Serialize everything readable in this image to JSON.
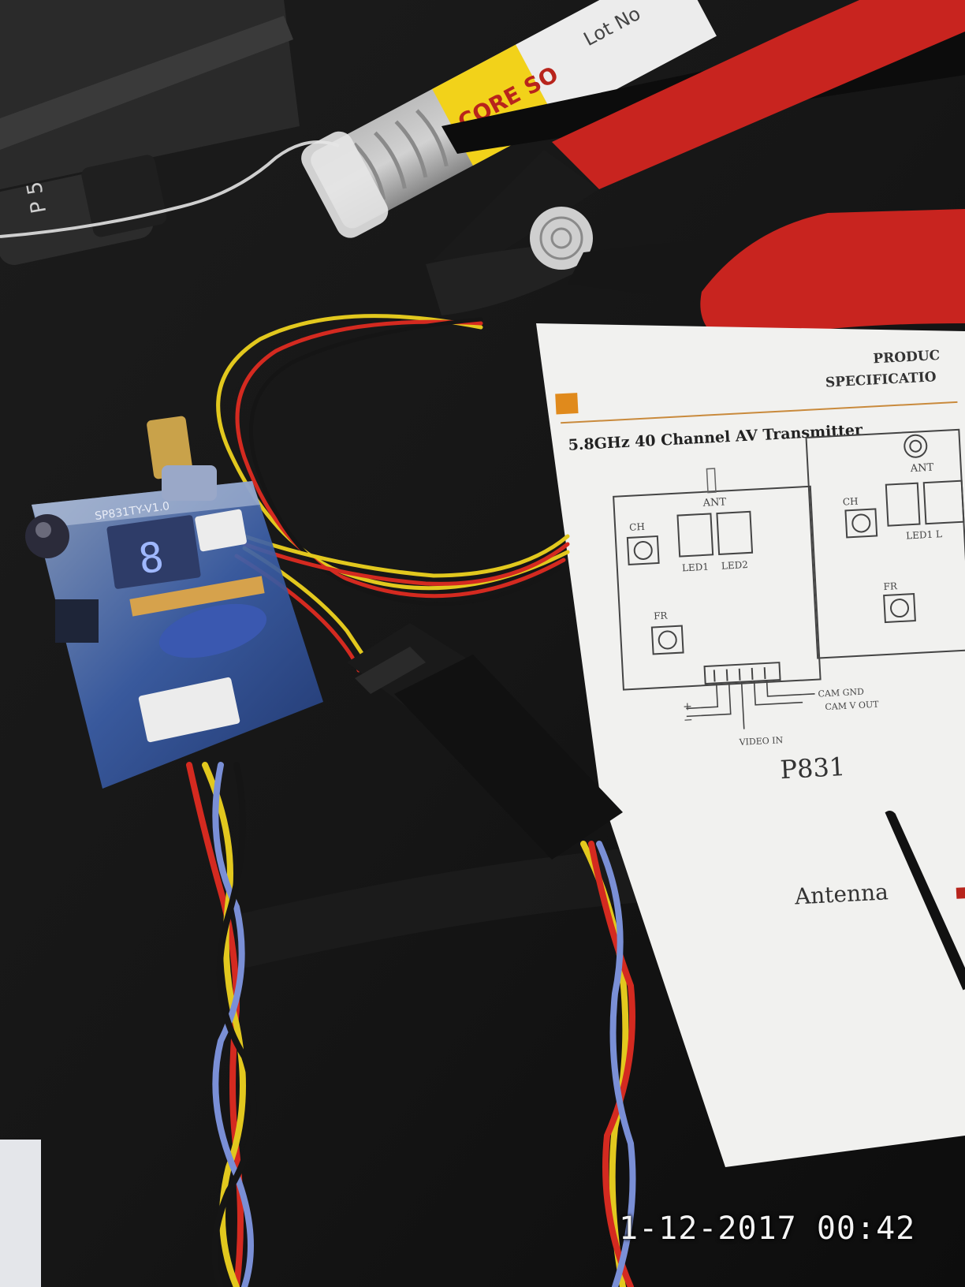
{
  "photo": {
    "timestamp": "1-12-2017 00:42"
  },
  "sheet": {
    "header_line1": "PRODUC",
    "header_line2": "SPECIFICATIO",
    "heading": "5.8GHz 40 Channel AV Transmitter",
    "ant": "ANT",
    "ch": "CH",
    "led1": "LED1",
    "led2": "LED2",
    "fr": "FR",
    "cam_gnd": "CAM GND",
    "cam_v_out": "CAM V OUT",
    "video_in": "VIDEO IN",
    "model": "P831",
    "antenna": "Antenna",
    "right_ant": "ANT",
    "right_ch": "CH",
    "right_led": "LED1  L",
    "right_fr": "FR"
  },
  "pcb": {
    "silkscreen": "SP831TY-V1.0"
  },
  "solder_tube": {
    "label_text": "CORE SO",
    "lot_text": "Lot No"
  },
  "marker": {
    "text": "P 5"
  },
  "colors": {
    "background": "#141414",
    "paper": "#f1f1ef",
    "plier_red": "#c8241f",
    "wire_red": "#d42a20",
    "wire_yellow": "#e2c81e",
    "wire_blue": "#7a8fd6",
    "wire_black": "#151515",
    "accent_orange": "#e08a1c"
  }
}
